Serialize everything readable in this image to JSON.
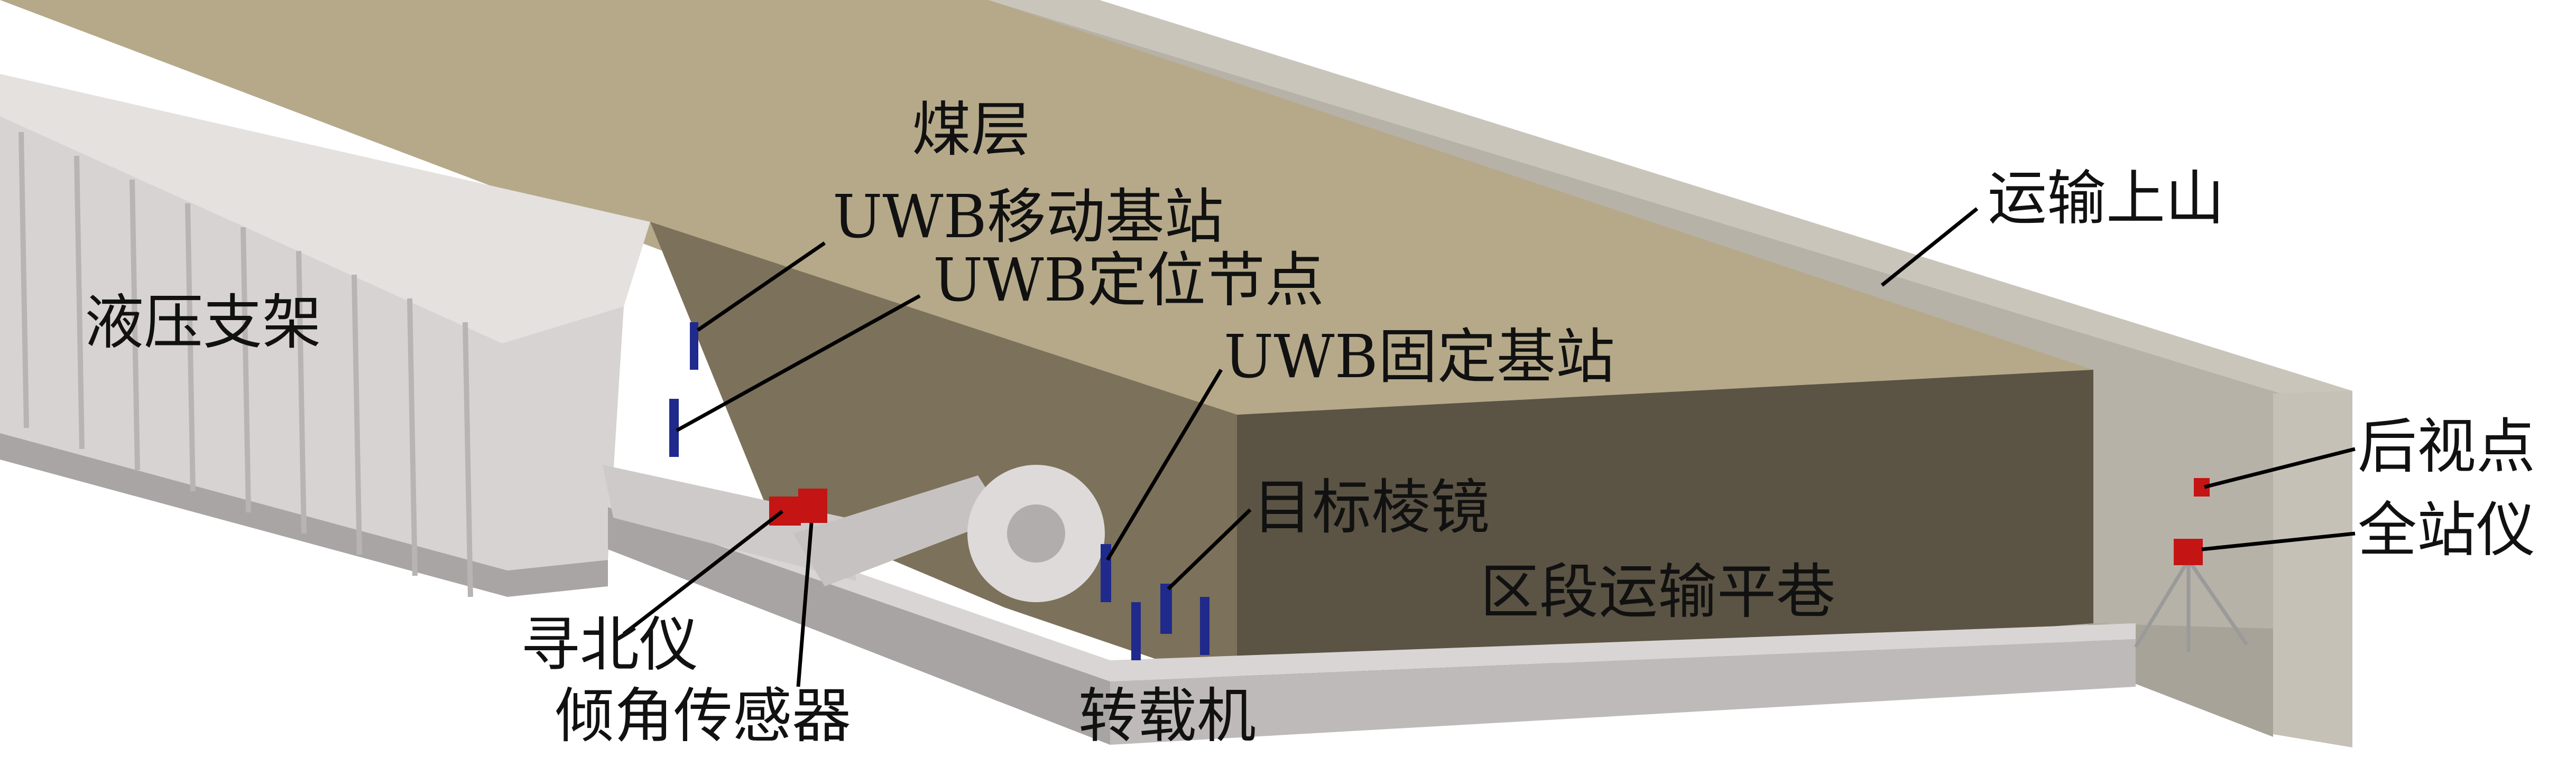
{
  "labels": {
    "coal_seam": "煤层",
    "uwb_mobile_station": "UWB移动基站",
    "uwb_positioning_node": "UWB定位节点",
    "hydraulic_support": "液压支架",
    "uwb_fixed_station": "UWB固定基站",
    "haulage_uphill": "运输上山",
    "backsight_point": "后视点",
    "total_station": "全站仪",
    "target_prism": "目标棱镜",
    "section_haulage_roadway": "区段运输平巷",
    "north_seeker": "寻北仪",
    "tilt_sensor": "倾角传感器",
    "transfer_machine": "转载机"
  },
  "colors": {
    "coal": "#b5a98a",
    "coal_face": "#5b5344",
    "coal_side": "#7c715a",
    "wall": "#b1aca1",
    "wall_face": "#c6c1b6",
    "equipment": "#dcd8d8",
    "equipment_dark": "#a9a4a4",
    "red_device": "#c41414",
    "blue_device": "#1f2a8c",
    "leader": "#000000"
  }
}
